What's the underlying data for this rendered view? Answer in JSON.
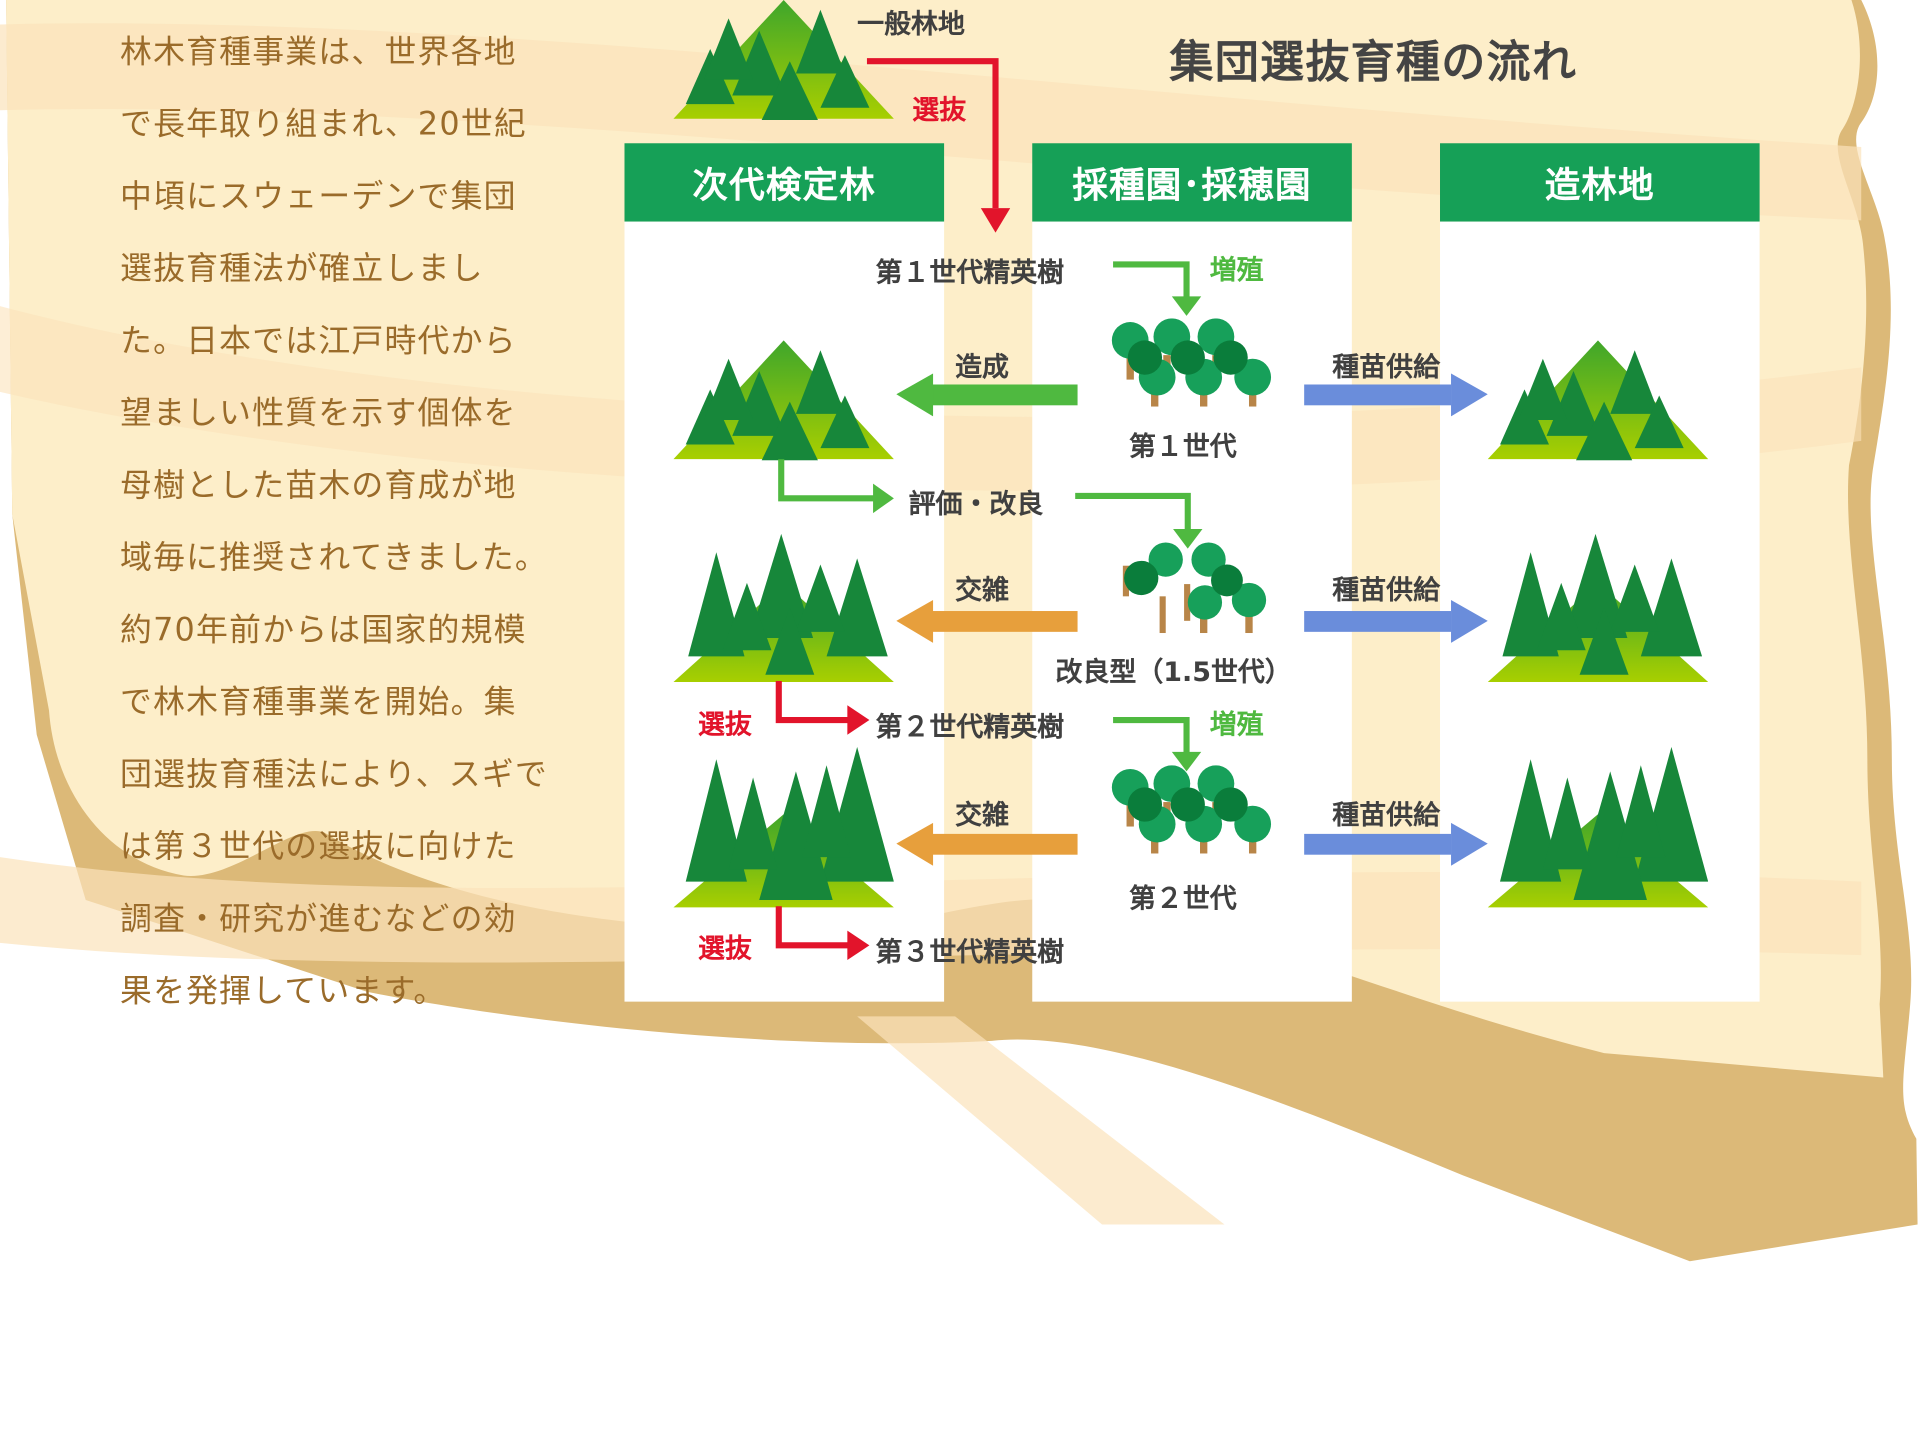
{
  "intro": {
    "lines": [
      "林木育種事業は、世界各地",
      "で長年取り組まれ、20世紀",
      "中頃にスウェーデンで集団",
      "選抜育種法が確立しまし",
      "た。日本では江戸時代から",
      "望ましい性質を示す個体を",
      "母樹とした苗木の育成が地",
      "域毎に推奨されてきました。",
      "約70年前からは国家的規模",
      "で林木育種事業を開始。集",
      "団選抜育種法により、スギで",
      "は第３世代の選抜に向けた",
      "調査・研究が進むなどの効",
      "果を発揮しています。"
    ]
  },
  "diagram": {
    "title": "集団選抜育種の流れ",
    "source_label": "一般林地",
    "source_arrow_label": "選抜",
    "columns": [
      {
        "header": "次代検定林"
      },
      {
        "header": "採種園･採穂園"
      },
      {
        "header": "造林地"
      }
    ],
    "labels": {
      "elite1": "第１世代精英樹",
      "multiply1": "増殖",
      "establish": "造成",
      "gen1": "第１世代",
      "supply1": "種苗供給",
      "evaluate": "評価・改良",
      "cross1": "交雑",
      "improved": "改良型（1.5世代）",
      "supply2": "種苗供給",
      "select2": "選抜",
      "elite2": "第２世代精英樹",
      "multiply2": "増殖",
      "cross2": "交雑",
      "gen2": "第２世代",
      "supply3": "種苗供給",
      "select3": "選抜",
      "elite3": "第３世代精英樹"
    },
    "colors": {
      "header_green": "#16a057",
      "select_red": "#e2142b",
      "multiply_green": "#4fb940",
      "cross_orange": "#e79f3c",
      "supply_blue": "#6a8ddb",
      "text_brown": "#9a6b2a",
      "board": "#fdeec9",
      "board_edge": "#dcb978"
    }
  }
}
